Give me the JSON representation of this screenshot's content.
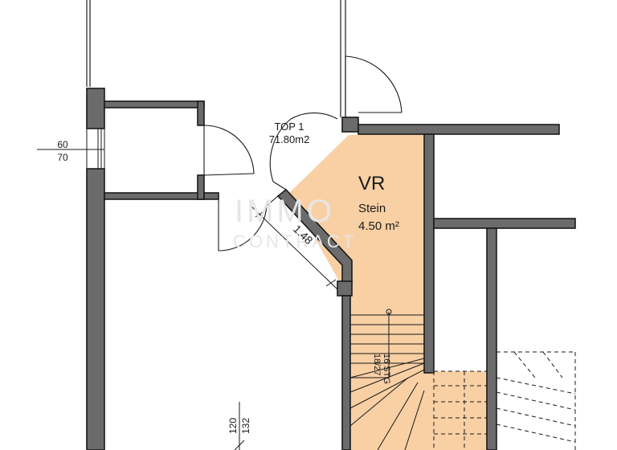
{
  "room": {
    "code": "VR",
    "material": "Stein",
    "area": "4.50 m²",
    "fill_color": "#f8d0a4"
  },
  "unit": {
    "name": "TOP 1",
    "area": "71.80m2"
  },
  "dimensions": {
    "wall_thickness_top": "60",
    "wall_thickness_bottom": "70",
    "diagonal_length": "1.48",
    "bottom_left_a": "120",
    "bottom_left_b": "132",
    "stair_a": "16 STG",
    "stair_b": "18/27"
  },
  "watermark": {
    "line1": "IMMO",
    "line2": "CONTRACT"
  },
  "colors": {
    "wall": "#6b6b6b",
    "line": "#1a1a1a"
  }
}
